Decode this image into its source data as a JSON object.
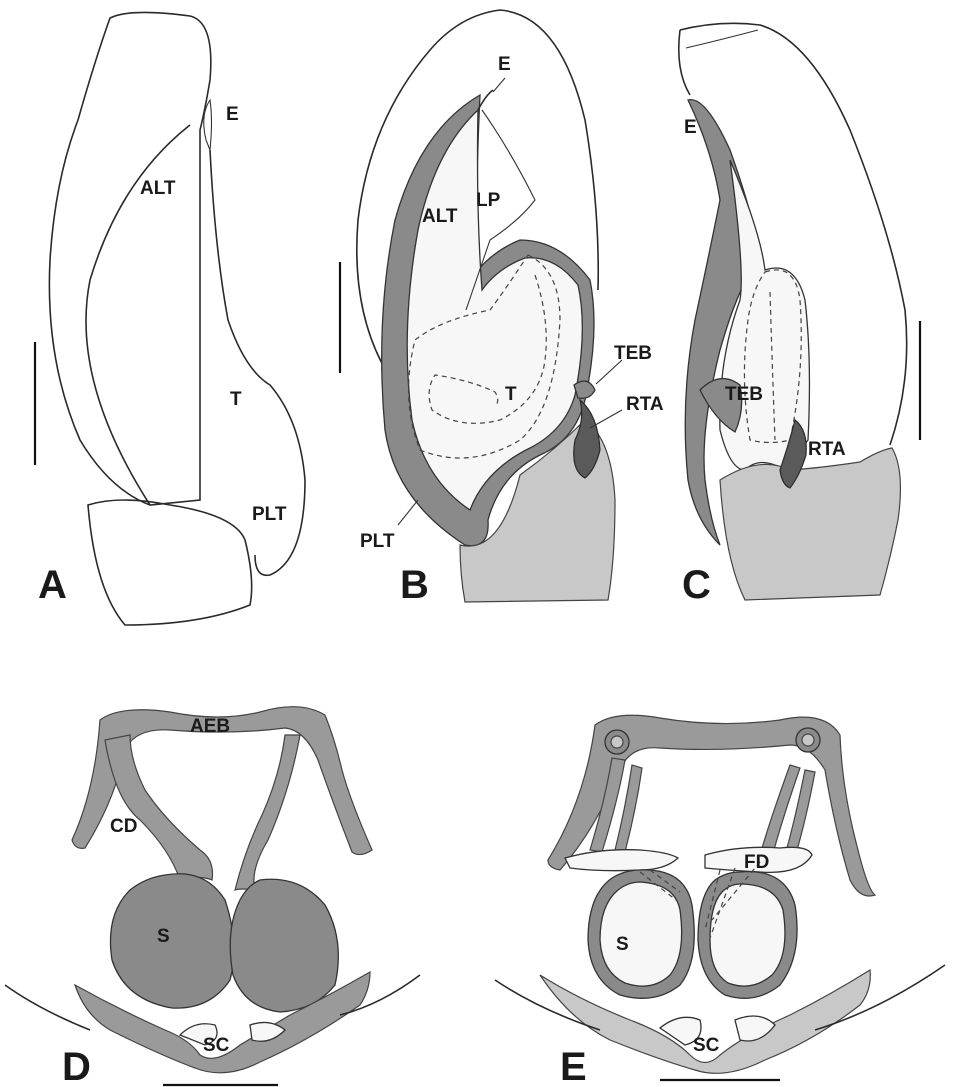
{
  "panels": {
    "A": {
      "letter": "A",
      "labels": {
        "E": "E",
        "ALT": "ALT",
        "T": "T",
        "PLT": "PLT"
      }
    },
    "B": {
      "letter": "B",
      "labels": {
        "E": "E",
        "ALT": "ALT",
        "LP": "LP",
        "TEB": "TEB",
        "T": "T",
        "RTA": "RTA",
        "PLT": "PLT"
      }
    },
    "C": {
      "letter": "C",
      "labels": {
        "E": "E",
        "TEB": "TEB",
        "RTA": "RTA"
      }
    },
    "D": {
      "letter": "D",
      "labels": {
        "AEB": "AEB",
        "CD": "CD",
        "S": "S",
        "SC": "SC"
      }
    },
    "E": {
      "letter": "E",
      "labels": {
        "FD": "FD",
        "S": "S",
        "SC": "SC"
      }
    }
  },
  "colors": {
    "ink": "#2a2a2a",
    "shade_dark": "#5a5a5a",
    "shade_mid": "#8a8a8a",
    "shade_light": "#c8c8c8"
  }
}
